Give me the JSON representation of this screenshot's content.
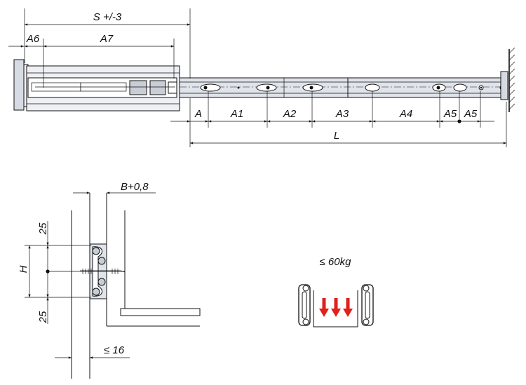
{
  "top_view": {
    "dim_s": "S +/-3",
    "dim_a6": "A6",
    "dim_a7": "A7",
    "dim_a": "A",
    "dim_a1": "A1",
    "dim_a2": "A2",
    "dim_a3": "A3",
    "dim_a4": "A4",
    "dim_a5_left": "A5",
    "dim_a5_right": "A5",
    "dim_l": "L"
  },
  "section_view": {
    "dim_b": "B+0,8",
    "dim_25_top": "25",
    "dim_h": "H",
    "dim_25_bottom": "25",
    "dim_16": "≤ 16"
  },
  "load": {
    "label": "≤ 60kg",
    "arrow_color": "#e0201b"
  }
}
